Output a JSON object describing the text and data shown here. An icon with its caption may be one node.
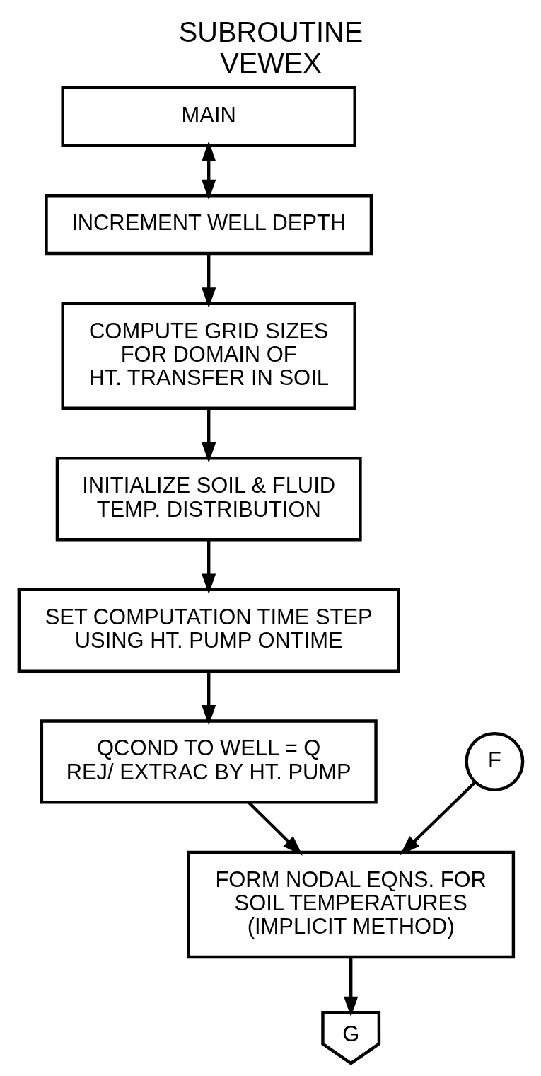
{
  "diagram": {
    "title": "SUBROUTINE VEWEX",
    "nodes": [
      {
        "text": [
          "MAIN"
        ]
      },
      {
        "text": [
          "INCREMENT WELL DEPTH"
        ]
      },
      {
        "text": [
          "COMPUTE GRID SIZES FOR DOMAIN OF HT. TRANSFER IN SOIL"
        ]
      },
      {
        "text": [
          "INITIALIZE SOIL & FLUID TEMP. DISTRIBUTION"
        ]
      },
      {
        "text": [
          "SET COMPUTATION TIME STEP USING HT. PUMP ONTIME"
        ]
      },
      {
        "text": [
          "QCOND TO WELL = Q REJ/ EXTRAC BY HT. PUMP"
        ]
      },
      {
        "text": [
          "F"
        ]
      },
      {
        "text": [
          "FORM NODAL EQNS. FOR SOIL TEMPERATURES (IMPLICIT METHOD)"
        ]
      },
      {
        "text": [
          "G"
        ]
      }
    ],
    "edges": [
      {
        "from": 0,
        "to": 1,
        "arrow": "both"
      },
      {
        "from": 1,
        "to": 2,
        "arrow": "to"
      },
      {
        "from": 2,
        "to": 3,
        "arrow": "to"
      },
      {
        "from": 3,
        "to": 4,
        "arrow": "to"
      },
      {
        "from": 4,
        "to": 5,
        "arrow": "to"
      },
      {
        "from": 5,
        "to": 7,
        "arrow": "to"
      },
      {
        "from": 6,
        "to": 7,
        "arrow": "to"
      },
      {
        "from": 7,
        "to": 8,
        "arrow": "to"
      }
    ]
  }
}
